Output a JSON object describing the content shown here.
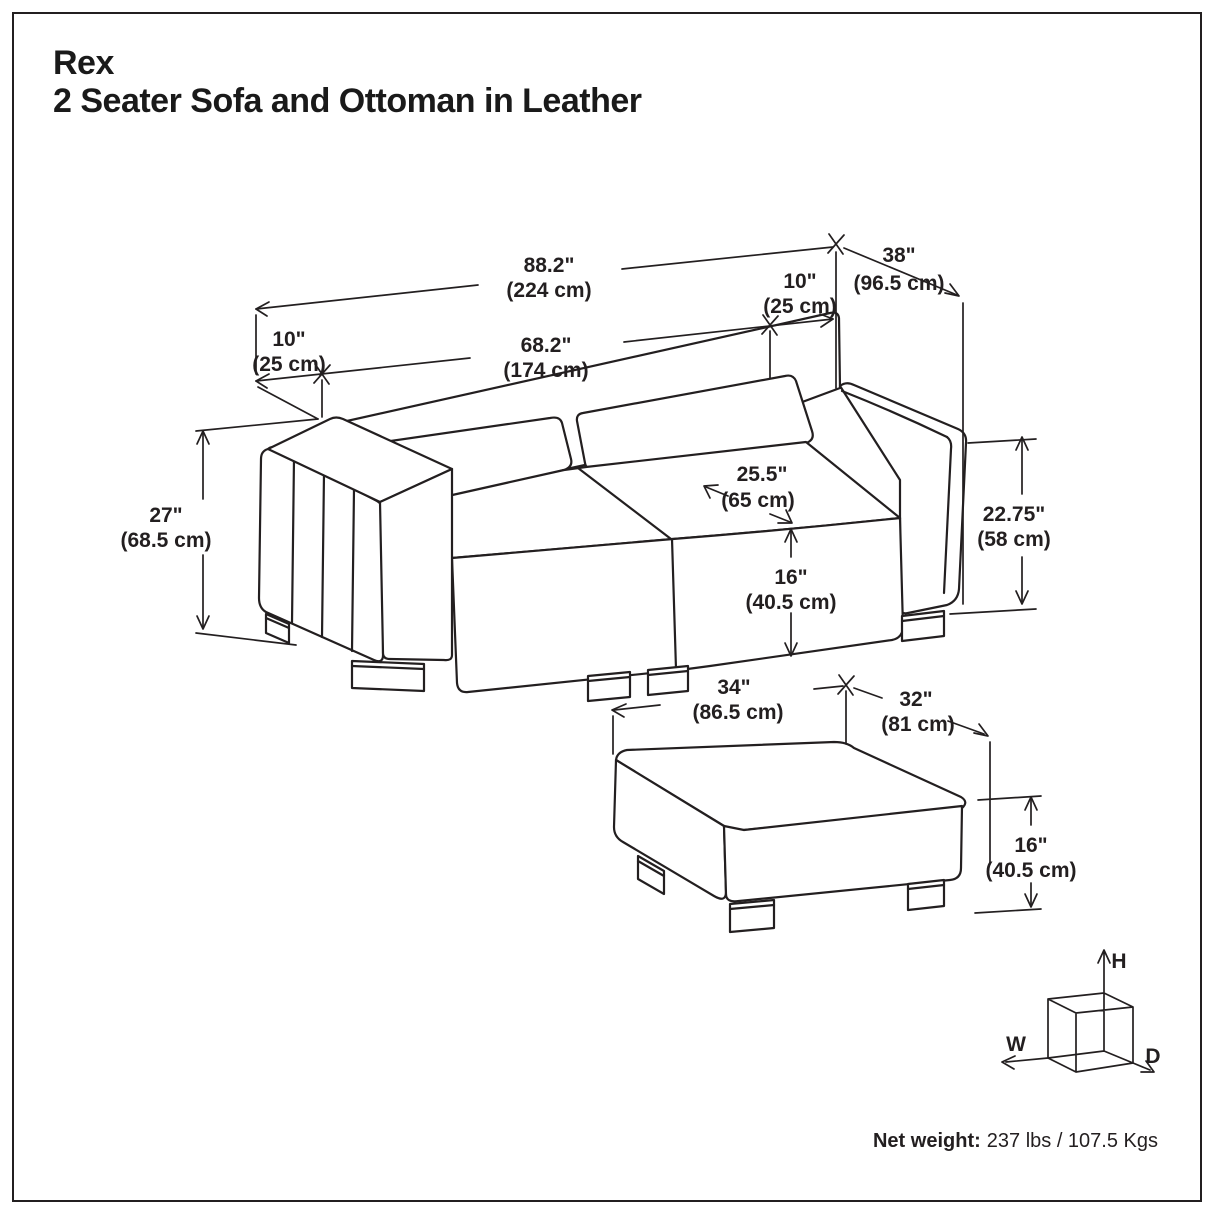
{
  "page": {
    "title_line1": "Rex",
    "title_line2": "2 Seater Sofa and Ottoman in Leather",
    "footer": {
      "net_weight_label": "Net weight:",
      "net_weight_value": "237 lbs / 107.5 Kgs"
    }
  },
  "colors": {
    "ink": "#231f20",
    "background": "#ffffff"
  },
  "sofa_dimensions": {
    "overall_width_in": "88.2\"",
    "overall_width_cm": "(224 cm)",
    "arm_width_right_in": "10\"",
    "arm_width_right_cm": "(25 cm)",
    "overall_depth_in": "38\"",
    "overall_depth_cm": "(96.5 cm)",
    "arm_width_left_in": "10\"",
    "arm_width_left_cm": "(25 cm)",
    "seat_width_in": "68.2\"",
    "seat_width_cm": "(174 cm)",
    "back_height_in": "27\"",
    "back_height_cm": "(68.5 cm)",
    "seat_depth_in": "25.5\"",
    "seat_depth_cm": "(65 cm)",
    "seat_height_in": "16\"",
    "seat_height_cm": "(40.5 cm)",
    "arm_height_in": "22.75\"",
    "arm_height_cm": "(58 cm)"
  },
  "ottoman_dimensions": {
    "width_in": "34\"",
    "width_cm": "(86.5 cm)",
    "depth_in": "32\"",
    "depth_cm": "(81 cm)",
    "height_in": "16\"",
    "height_cm": "(40.5 cm)"
  },
  "axis_key": {
    "height": "H",
    "width": "W",
    "depth": "D"
  }
}
